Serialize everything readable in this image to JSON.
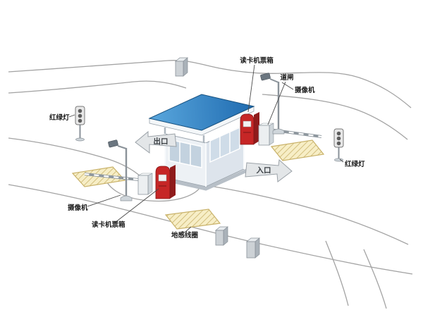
{
  "labels": {
    "card_reader_top": "读卡机票箱",
    "barrier_gate": "道闸",
    "camera_top": "摄像机",
    "traffic_light_left": "红绿灯",
    "exit": "出口",
    "entrance": "入口",
    "camera_bottom": "摄像机",
    "card_reader_bottom": "读卡机票箱",
    "ground_coil": "地感线圈",
    "traffic_light_right": "红绿灯"
  },
  "colors": {
    "roof_blue_light": "#5aa7dd",
    "roof_blue_dark": "#1f6bb0",
    "machine_red": "#c62626",
    "machine_red_dark": "#8f1b1b",
    "coil_fill": "#f7eec6",
    "coil_stroke": "#c9b26a",
    "road_stroke": "#a3a3a3",
    "label_color": "#1a1a1a",
    "arrow_fill": "#e3e6e8"
  }
}
